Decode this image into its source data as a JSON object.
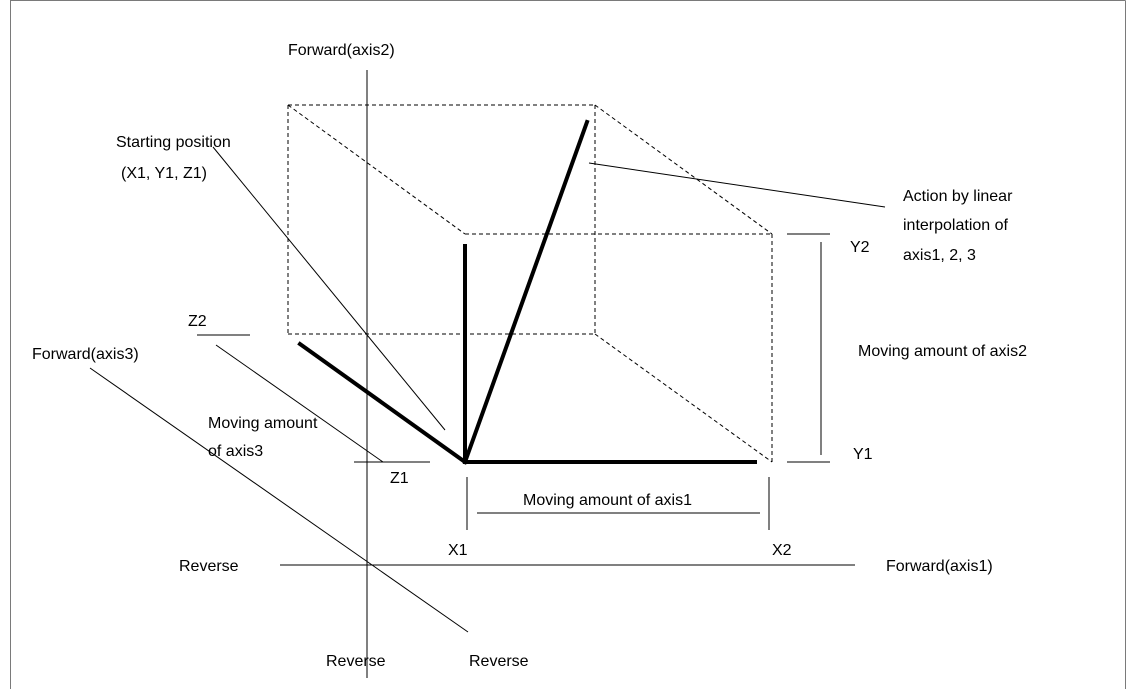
{
  "labels": {
    "forward_axis2": "Forward(axis2)",
    "forward_axis3": "Forward(axis3)",
    "forward_axis1": "Forward(axis1)",
    "reverse_axis1": "Reverse",
    "reverse_axis2": "Reverse",
    "reverse_axis3": "Reverse",
    "starting_position_line1": "Starting position",
    "starting_position_line2": "(X1, Y1, Z1)",
    "action_line1": "Action by linear",
    "action_line2": "interpolation of",
    "action_line3": "axis1, 2, 3",
    "moving_axis1": "Moving amount of axis1",
    "moving_axis2": "Moving amount of axis2",
    "moving_axis3_line1": "Moving amount",
    "moving_axis3_line2": "of axis3",
    "x1": "X1",
    "x2": "X2",
    "y1": "Y1",
    "y2": "Y2",
    "z1": "Z1",
    "z2": "Z2"
  }
}
